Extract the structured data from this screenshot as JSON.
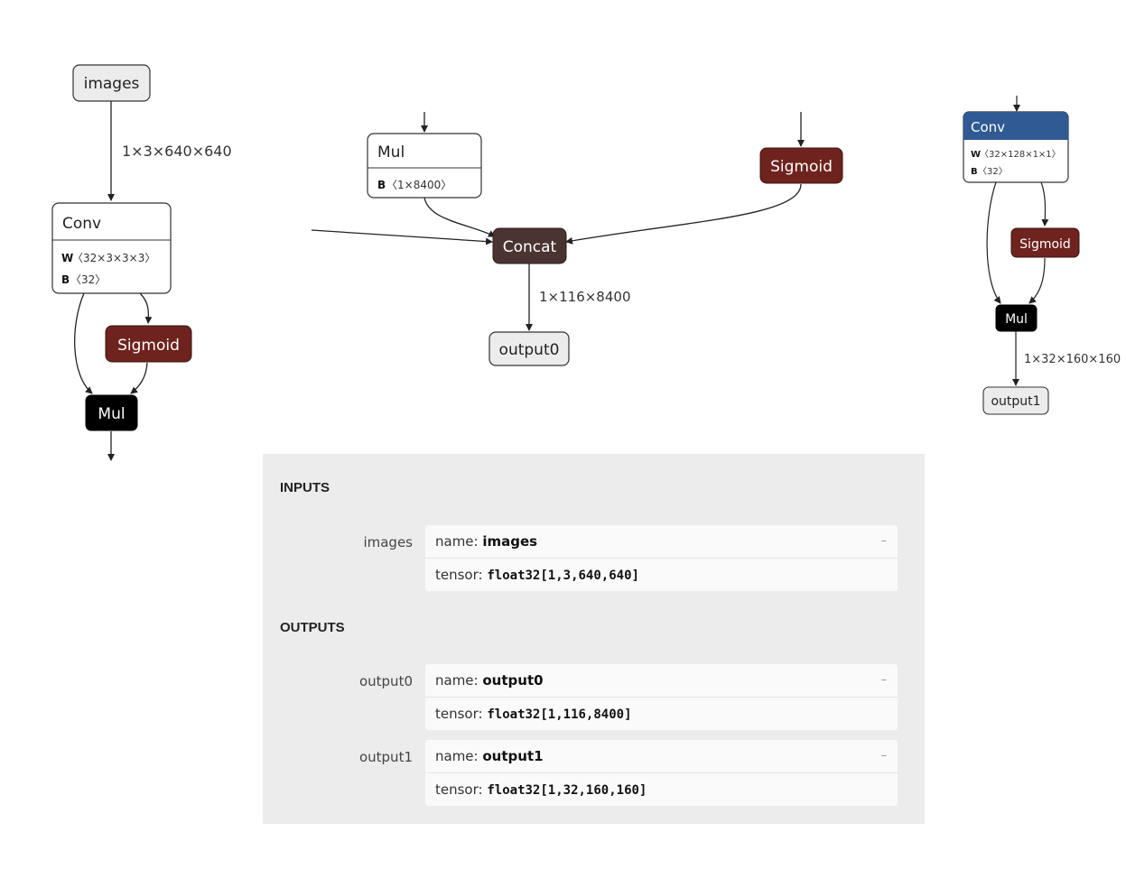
{
  "graph": {
    "left": {
      "input_node": "images",
      "edge_label": "1×3×640×640",
      "conv": {
        "title": "Conv",
        "attr1_key": "W",
        "attr1_val": "〈32×3×3×3〉",
        "attr2_key": "B",
        "attr2_val": "〈32〉"
      },
      "sigmoid": "Sigmoid",
      "mul": "Mul"
    },
    "center": {
      "mul": {
        "title": "Mul",
        "attr_key": "B",
        "attr_val": "〈1×8400〉"
      },
      "sigmoid": "Sigmoid",
      "concat": "Concat",
      "edge_label": "1×116×8400",
      "output_node": "output0"
    },
    "right": {
      "conv": {
        "title": "Conv",
        "attr1_key": "W",
        "attr1_val": "〈32×128×1×1〉",
        "attr2_key": "B",
        "attr2_val": "〈32〉"
      },
      "sigmoid": "Sigmoid",
      "mul": "Mul",
      "edge_label": "1×32×160×160",
      "output_node": "output1"
    },
    "colors": {
      "sigmoid": "#6e231e",
      "concat": "#4a3431",
      "mul_dark": "#000000",
      "conv_header": "#2f5a93",
      "edge": "#222222"
    }
  },
  "properties": {
    "inputs_title": "INPUTS",
    "outputs_title": "OUTPUTS",
    "name_key": "name:",
    "tensor_key": "tensor:",
    "minus": "–",
    "inputs": [
      {
        "label": "images",
        "name": "images",
        "tensor": "float32[1,3,640,640]"
      }
    ],
    "outputs": [
      {
        "label": "output0",
        "name": "output0",
        "tensor": "float32[1,116,8400]"
      },
      {
        "label": "output1",
        "name": "output1",
        "tensor": "float32[1,32,160,160]"
      }
    ]
  }
}
